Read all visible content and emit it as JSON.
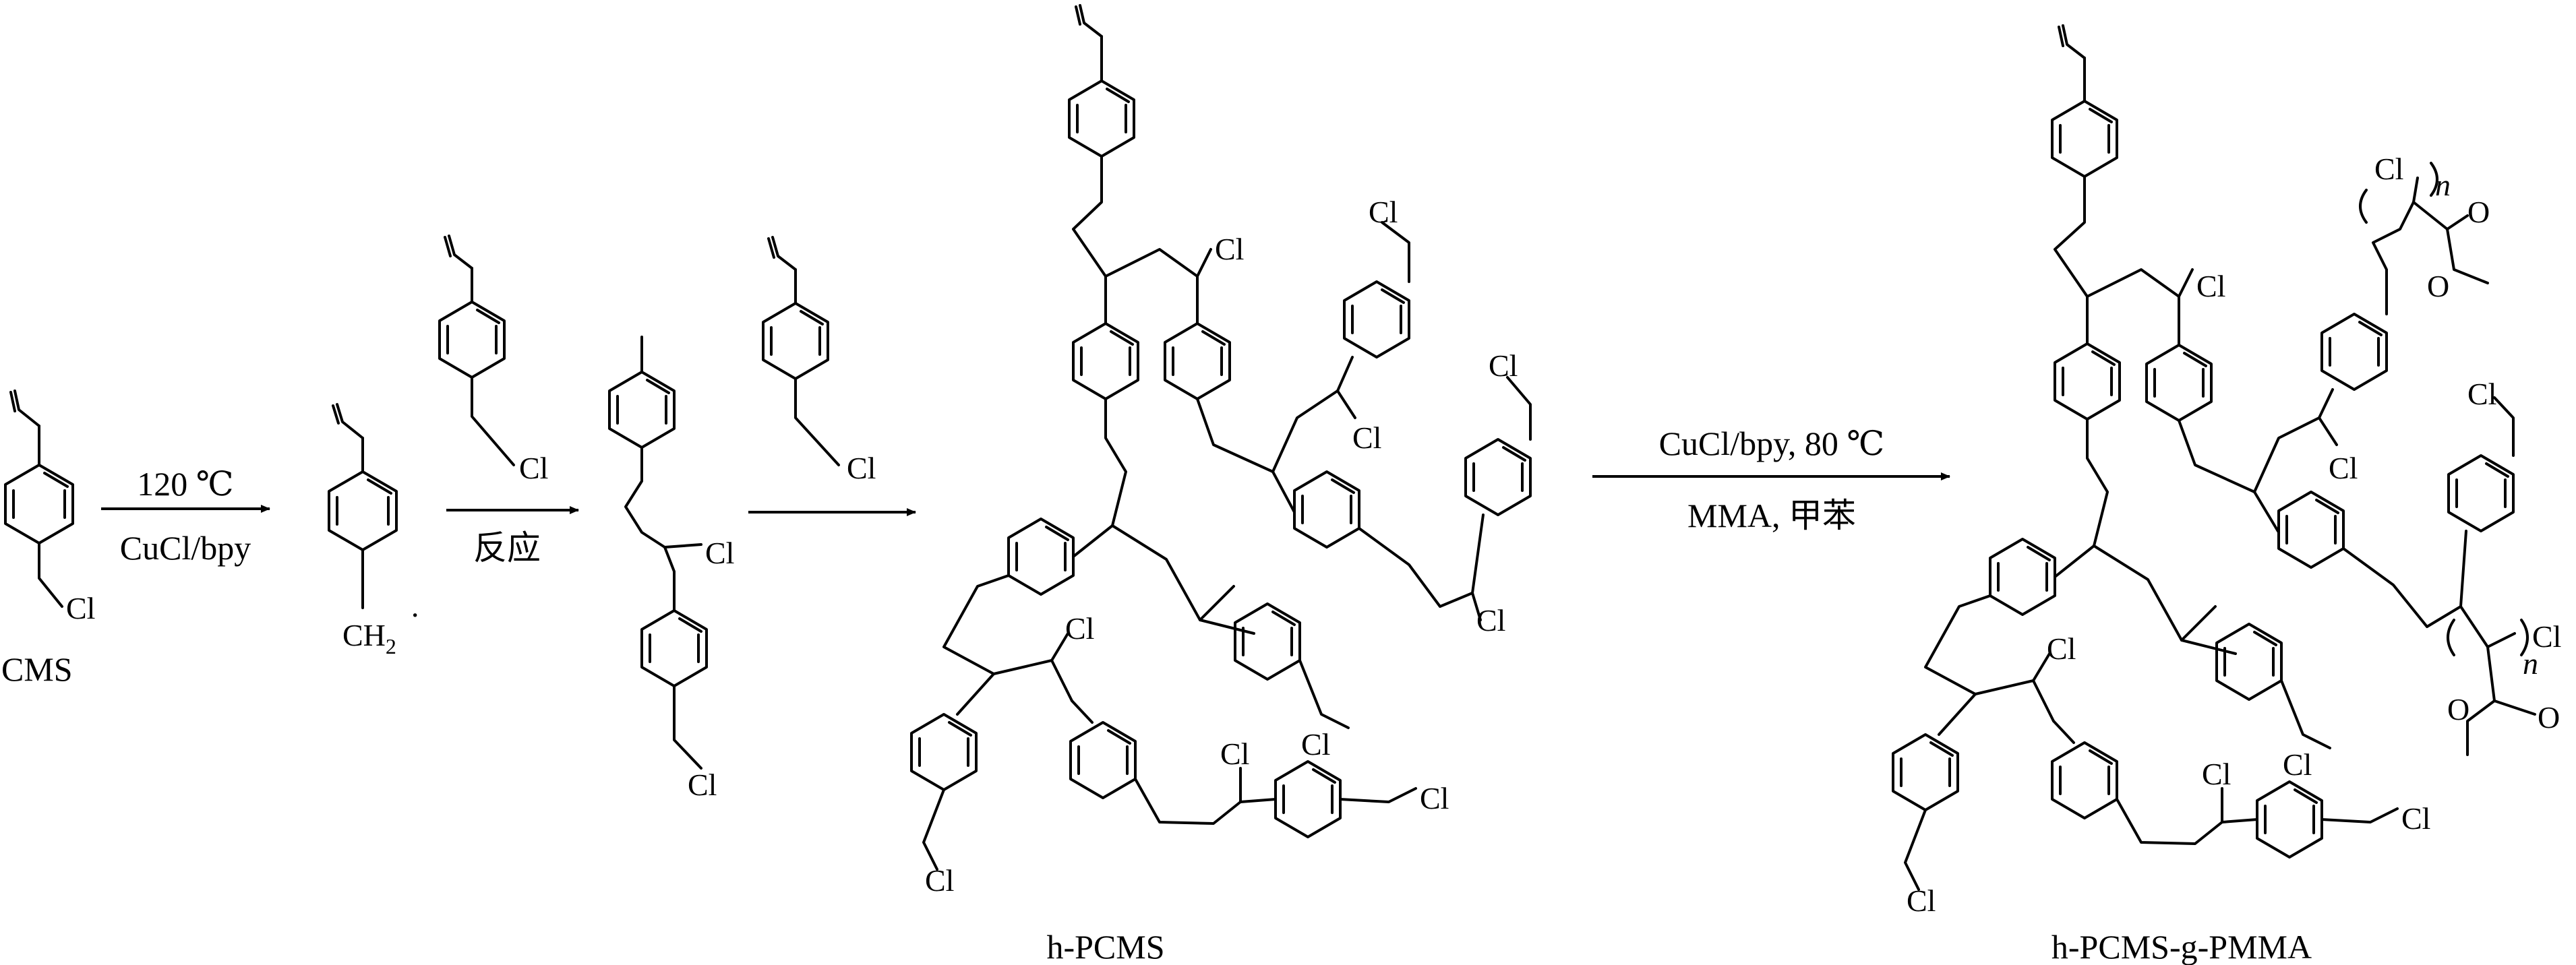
{
  "atoms": {
    "cl": "Cl",
    "ch2": "CH",
    "ch2_sub": "2",
    "radical_dot": "·",
    "n": "n",
    "o": "O"
  },
  "compounds": {
    "monomer": "CMS",
    "polymer": "h-PCMS",
    "graft": "h-PCMS-g-PMMA"
  },
  "conditions": {
    "step1_top": "120 ℃",
    "step1_bottom": "CuCl/bpy",
    "step2_bottom": "反应",
    "step4_top": "CuCl/bpy, 80 ℃",
    "step4_bottom": "MMA, 甲苯"
  }
}
